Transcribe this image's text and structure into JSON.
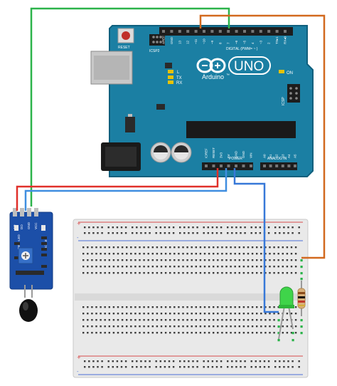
{
  "board": {
    "logo_text": "UNO",
    "brand_text": "Arduino",
    "tm_text": "™",
    "reset_label": "RESET",
    "icsp2_label": "ICSP2",
    "icsp_label": "ICSP",
    "l_label": "L",
    "tx_label": "TX",
    "rx_label": "RX",
    "on_label": "ON",
    "digital_label": "DIGITAL (PWM= ~ )",
    "power_label": "POWER",
    "analog_label": "ANALOG IN",
    "top_pin_labels": [
      "AREF",
      "GND",
      "13",
      "12",
      "~11",
      "~10",
      "~9",
      "8",
      "7",
      "~6",
      "~5",
      "4",
      "~3",
      "2",
      "TX▸1",
      "RX◂0"
    ],
    "power_pin_labels": [
      "IOREF",
      "RESET",
      "3V3",
      "5V",
      "GND",
      "GND",
      "VIN"
    ],
    "analog_pin_labels": [
      "A0",
      "A1",
      "A2",
      "A3",
      "A4",
      "A5"
    ]
  },
  "sensor": {
    "pin_labels": [
      "AO",
      "DO",
      "GND",
      "VCC"
    ],
    "led_labels": [
      "PWR-LED",
      "DO-LED"
    ]
  },
  "breadboard": {
    "rail_marks": [
      "+",
      "-"
    ]
  },
  "colors": {
    "board": "#1b7fa3",
    "board_dark": "#0f5f7d",
    "wire_green": "#2bb34a",
    "wire_orange": "#d2691e",
    "wire_red": "#e0302a",
    "wire_blue": "#3778d8",
    "sensor_board": "#1c4fa8",
    "led": "#3fd44a",
    "rail_red": "#d84a4a",
    "rail_blue": "#4a6fd8",
    "breadboard": "#e9e9e9"
  }
}
